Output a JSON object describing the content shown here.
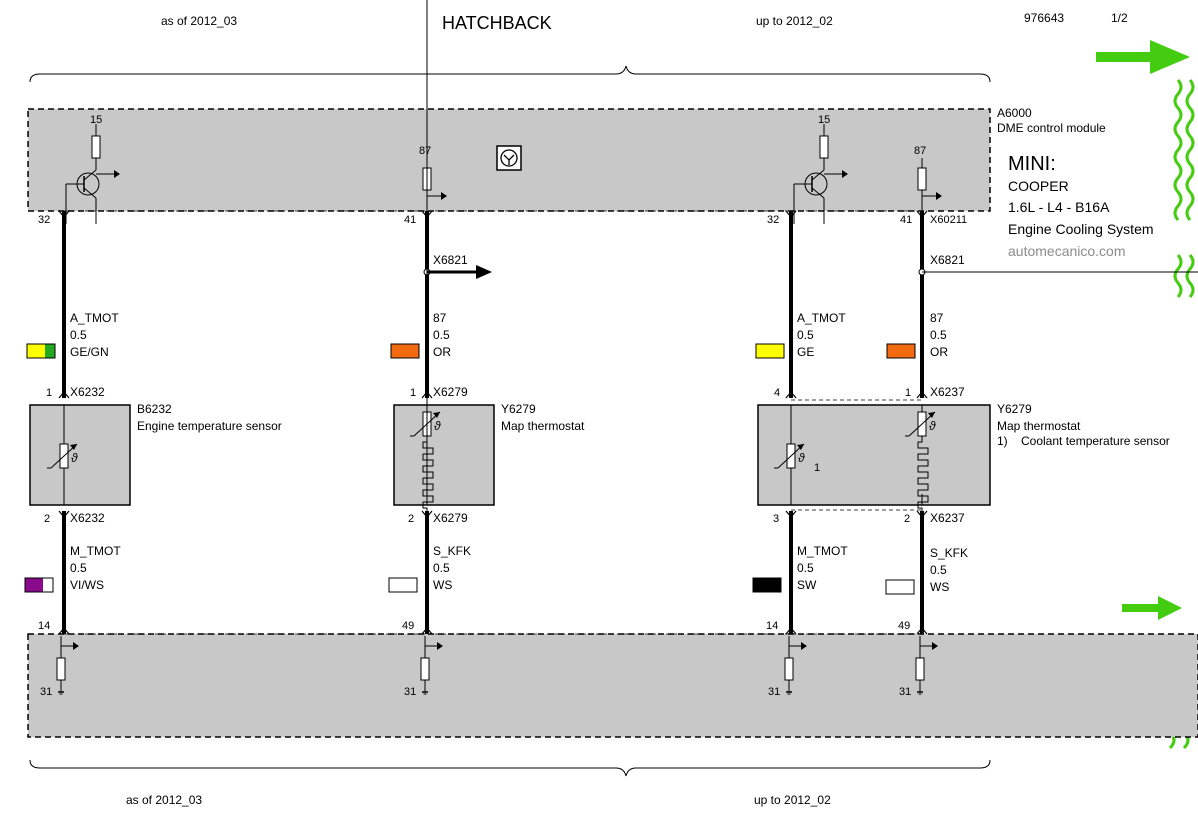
{
  "header": {
    "left_note": "as of 2012_03",
    "title": "HATCHBACK",
    "right_note": "up to 2012_02",
    "doc_number": "976643",
    "page": "1/2"
  },
  "footer": {
    "left_note": "as of 2012_03",
    "right_note": "up to 2012_02"
  },
  "module": {
    "id": "A6000",
    "name": "DME control module",
    "connector_right": "X60211",
    "supply_15": "15",
    "supply_87": "87",
    "ground_31": "31"
  },
  "vehicle": {
    "brand": "MINI:",
    "model": "COOPER",
    "engine": "1.6L - L4 - B16A",
    "system": "Engine Cooling System",
    "website": "automecanico.com"
  },
  "splice": "X6821",
  "wires_upper": [
    {
      "pin_top": "32",
      "signal": "A_TMOT",
      "gauge": "0.5",
      "color_code": "GE/GN",
      "colors": [
        "#ffff00",
        "#22aa22"
      ],
      "pin_bottom": "1",
      "connector": "X6232"
    },
    {
      "pin_top": "41",
      "signal": "87",
      "gauge": "0.5",
      "color_code": "OR",
      "colors": [
        "#f26a10"
      ],
      "pin_bottom": "1",
      "connector": "X6279"
    },
    {
      "pin_top": "32",
      "signal": "A_TMOT",
      "gauge": "0.5",
      "color_code": "GE",
      "colors": [
        "#ffff00"
      ],
      "pin_bottom": "4",
      "connector": ""
    },
    {
      "pin_top": "41",
      "signal": "87",
      "gauge": "0.5",
      "color_code": "OR",
      "colors": [
        "#f26a10"
      ],
      "pin_bottom": "1",
      "connector": "X6237"
    }
  ],
  "components": [
    {
      "id": "B6232",
      "name": "Engine temperature sensor",
      "note": ""
    },
    {
      "id": "Y6279",
      "name": "Map thermostat",
      "note": ""
    },
    {
      "id": "Y6279",
      "name": "Map thermostat",
      "note": "1)    Coolant temperature sensor"
    }
  ],
  "component_note_marker": "1",
  "wires_lower": [
    {
      "pin_top": "2",
      "connector": "X6232",
      "signal": "M_TMOT",
      "gauge": "0.5",
      "color_code": "VI/WS",
      "colors": [
        "#8b0a8b",
        "#ffffff"
      ],
      "pin_bottom": "14"
    },
    {
      "pin_top": "2",
      "connector": "X6279",
      "signal": "S_KFK",
      "gauge": "0.5",
      "color_code": "WS",
      "colors": [
        "#ffffff"
      ],
      "pin_bottom": "49"
    },
    {
      "pin_top": "3",
      "connector": "",
      "signal": "M_TMOT",
      "gauge": "0.5",
      "color_code": "SW",
      "colors": [
        "#000000"
      ],
      "pin_bottom": "14"
    },
    {
      "pin_top": "2",
      "connector": "X6237",
      "signal": "S_KFK",
      "gauge": "0.5",
      "color_code": "WS",
      "colors": [
        "#ffffff"
      ],
      "pin_bottom": "49"
    }
  ],
  "colors": {
    "module_fill": "#c8c8c8",
    "arrow_green": "#44cc11",
    "wire": "#000000"
  },
  "icons": [
    "transistor-icon",
    "ecu-icon",
    "resistor-icon",
    "ground-icon",
    "thermistor-icon",
    "heater-element-icon",
    "arrow-right-icon",
    "wavy-break-icon"
  ]
}
